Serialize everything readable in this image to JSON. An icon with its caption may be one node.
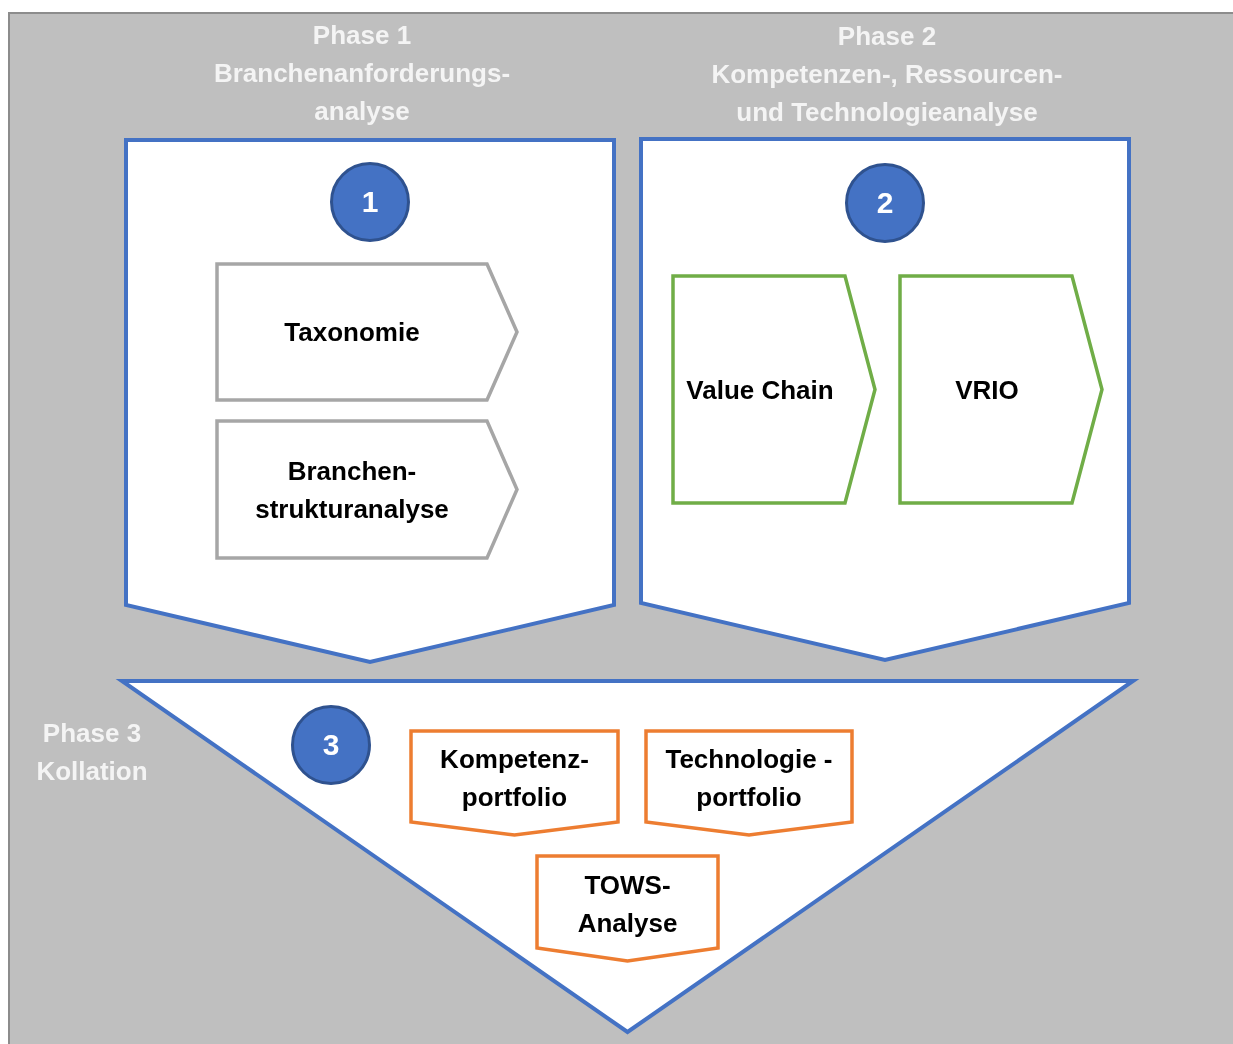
{
  "diagram": {
    "nodes": [
      {
        "text": [
          "Phase 1",
          "Branchenanforderungs- analyse"
        ]
      },
      {
        "text": [
          "1"
        ],
        "in": 0
      },
      {
        "text": [
          "Taxonomie"
        ],
        "in": 0
      },
      {
        "text": [
          "Branchen- strukturanalyse"
        ],
        "in": 0
      },
      {
        "text": [
          "Phase 2",
          "Kompetenzen-, Ressourcen- und Technologieanalyse"
        ]
      },
      {
        "text": [
          "2"
        ],
        "in": 4
      },
      {
        "text": [
          "Value Chain"
        ],
        "in": 4
      },
      {
        "text": [
          "VRIO"
        ],
        "in": 4
      },
      {
        "text": [
          "Phase 3",
          "Kollation"
        ]
      },
      {
        "text": [
          "3"
        ],
        "in": 8
      },
      {
        "text": [
          "Kompetenz- portfolio"
        ],
        "in": 8
      },
      {
        "text": [
          "Technologie -portfolio"
        ],
        "in": 8
      },
      {
        "text": [
          "TOWS- Analyse"
        ],
        "in": 8
      }
    ],
    "edges": []
  }
}
